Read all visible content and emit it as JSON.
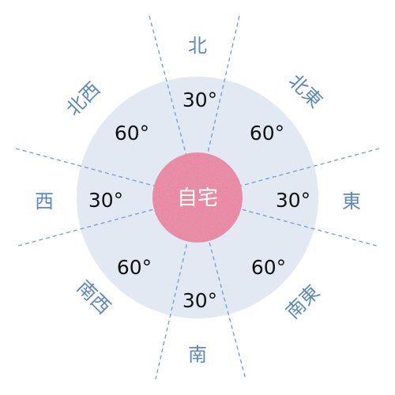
{
  "colors": {
    "outer_circle": "#e3e9f3",
    "center_circle": "#e5799a",
    "divider_line": "#7da0d0",
    "direction_text": "#5b87c4",
    "angle_text": "#111111",
    "center_text": "#ffffff"
  },
  "center": {
    "label": "自宅"
  },
  "directions": {
    "north": "北",
    "northeast": "北東",
    "east": "東",
    "southeast": "南東",
    "south": "南",
    "southwest": "南西",
    "west": "西",
    "northwest": "北西"
  },
  "angles": {
    "north": "30°",
    "northeast": "60°",
    "east": "30°",
    "southeast": "60°",
    "south": "30°",
    "southwest": "60°",
    "west": "30°",
    "northwest": "60°"
  }
}
